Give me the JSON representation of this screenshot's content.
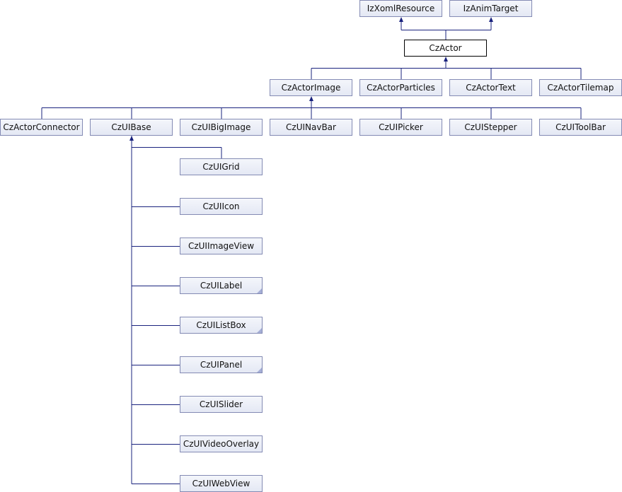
{
  "nodes": {
    "IzXomlResource": {
      "label": "IzXomlResource",
      "links": true
    },
    "IzAnimTarget": {
      "label": "IzAnimTarget",
      "links": true
    },
    "CzActor": {
      "label": "CzActor",
      "current": true
    },
    "CzActorImage": {
      "label": "CzActorImage",
      "links": true
    },
    "CzActorParticles": {
      "label": "CzActorParticles",
      "links": true
    },
    "CzActorText": {
      "label": "CzActorText",
      "links": true
    },
    "CzActorTilemap": {
      "label": "CzActorTilemap",
      "links": true
    },
    "CzActorConnector": {
      "label": "CzActorConnector",
      "links": true
    },
    "CzUIBase": {
      "label": "CzUIBase",
      "links": true
    },
    "CzUIBigImage": {
      "label": "CzUIBigImage",
      "links": true
    },
    "CzUINavBar": {
      "label": "CzUINavBar",
      "links": true
    },
    "CzUIPicker": {
      "label": "CzUIPicker",
      "links": true
    },
    "CzUIStepper": {
      "label": "CzUIStepper",
      "links": true
    },
    "CzUIToolBar": {
      "label": "CzUIToolBar",
      "links": true
    },
    "CzUIGrid": {
      "label": "CzUIGrid",
      "links": true
    },
    "CzUIIcon": {
      "label": "CzUIIcon",
      "links": true
    },
    "CzUIImageView": {
      "label": "CzUIImageView",
      "links": true
    },
    "CzUILabel": {
      "label": "CzUILabel",
      "links": true,
      "has_more": true
    },
    "CzUIListBox": {
      "label": "CzUIListBox",
      "links": true,
      "has_more": true
    },
    "CzUIPanel": {
      "label": "CzUIPanel",
      "links": true,
      "has_more": true
    },
    "CzUISlider": {
      "label": "CzUISlider",
      "links": true
    },
    "CzUIVideoOverlay": {
      "label": "CzUIVideoOverlay",
      "links": true
    },
    "CzUIWebView": {
      "label": "CzUIWebView",
      "links": true
    }
  },
  "edges": [
    {
      "from": "CzActor",
      "to": "IzXomlResource"
    },
    {
      "from": "CzActor",
      "to": "IzAnimTarget"
    },
    {
      "from": "CzActorImage",
      "to": "CzActor"
    },
    {
      "from": "CzActorParticles",
      "to": "CzActor"
    },
    {
      "from": "CzActorText",
      "to": "CzActor"
    },
    {
      "from": "CzActorTilemap",
      "to": "CzActor"
    },
    {
      "from": "CzActorConnector",
      "to": "CzActorImage"
    },
    {
      "from": "CzUIBase",
      "to": "CzActorImage"
    },
    {
      "from": "CzUIBigImage",
      "to": "CzActorImage"
    },
    {
      "from": "CzUINavBar",
      "to": "CzActorImage"
    },
    {
      "from": "CzUIPicker",
      "to": "CzActorImage"
    },
    {
      "from": "CzUIStepper",
      "to": "CzActorImage"
    },
    {
      "from": "CzUIToolBar",
      "to": "CzActorImage"
    },
    {
      "from": "CzUIGrid",
      "to": "CzUIBase"
    },
    {
      "from": "CzUIIcon",
      "to": "CzUIBase"
    },
    {
      "from": "CzUIImageView",
      "to": "CzUIBase"
    },
    {
      "from": "CzUILabel",
      "to": "CzUIBase"
    },
    {
      "from": "CzUIListBox",
      "to": "CzUIBase"
    },
    {
      "from": "CzUIPanel",
      "to": "CzUIBase"
    },
    {
      "from": "CzUISlider",
      "to": "CzUIBase"
    },
    {
      "from": "CzUIVideoOverlay",
      "to": "CzUIBase"
    },
    {
      "from": "CzUIWebView",
      "to": "CzUIBase"
    }
  ],
  "colors": {
    "edge": "#1a237e",
    "node_border": "#848bb4",
    "current_border": "#000000"
  }
}
